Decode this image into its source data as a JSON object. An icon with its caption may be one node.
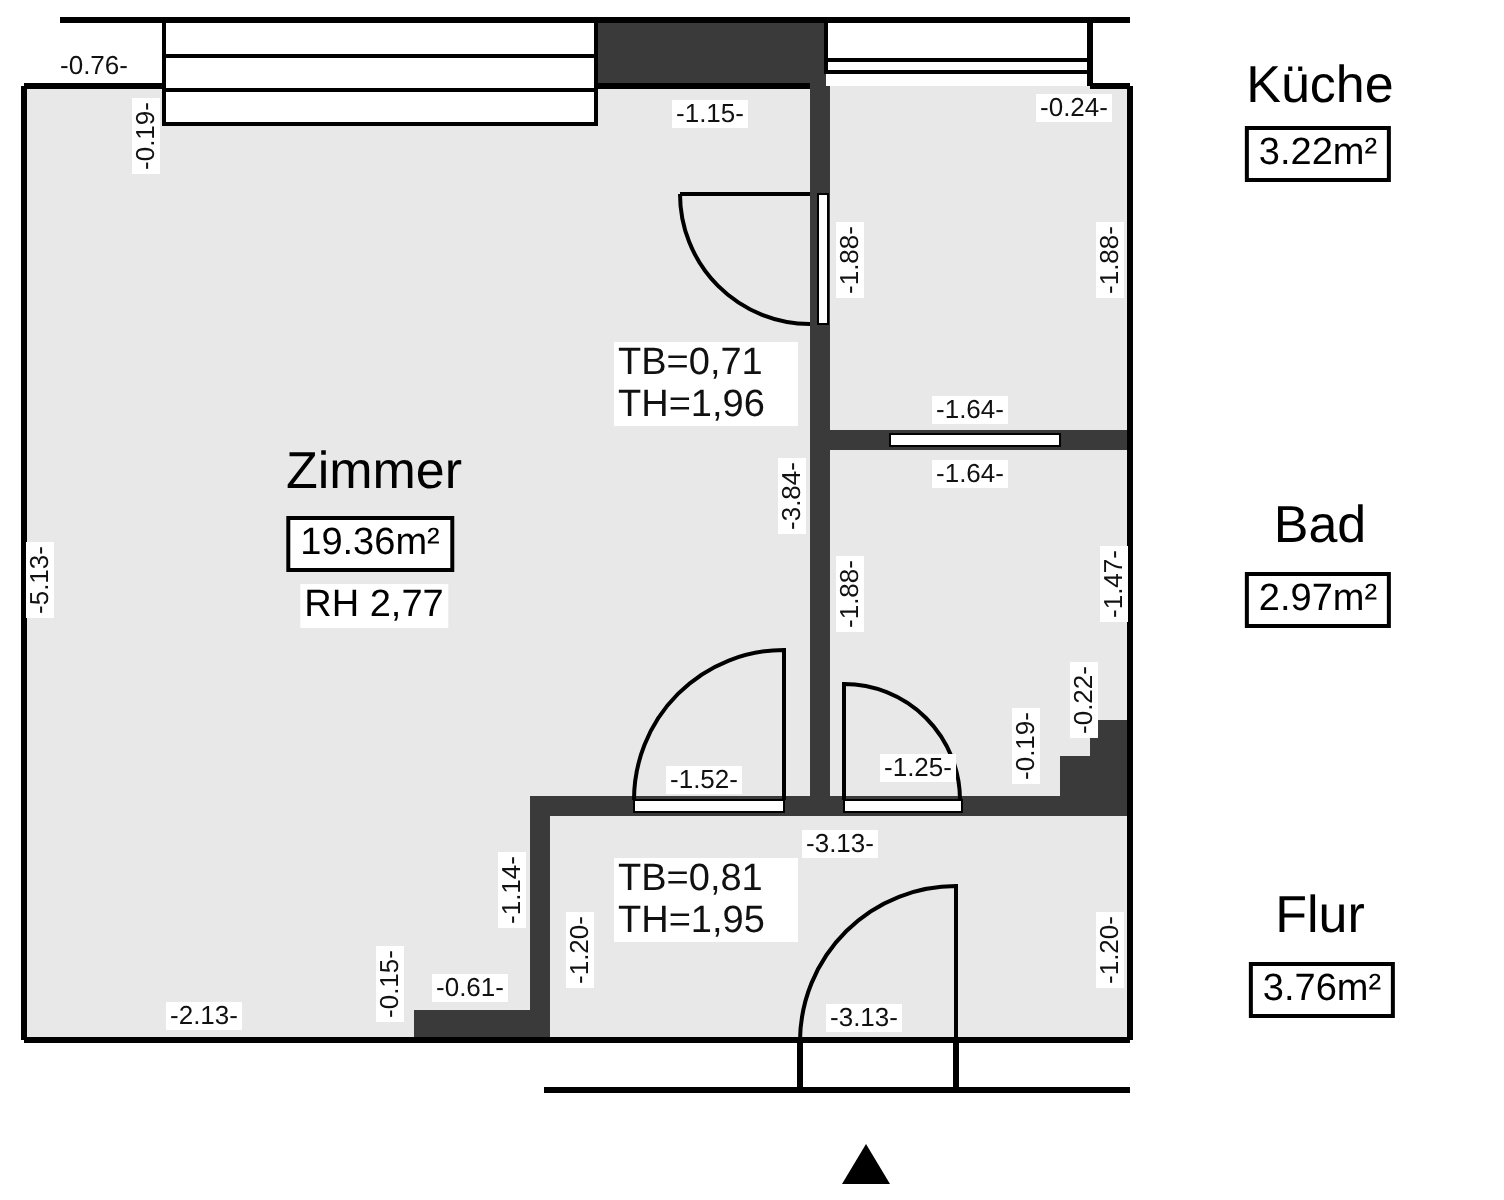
{
  "diagram": {
    "nodes": [
      {
        "text": [
          "19.36m²"
        ],
        "beside": [
          "Zimmer",
          "RH 2,77"
        ]
      },
      {
        "text": [
          "3.22m²"
        ],
        "beside": [
          "Küche"
        ]
      },
      {
        "text": [
          "2.97m²"
        ],
        "beside": [
          "Bad"
        ]
      },
      {
        "text": [
          "3.76m²"
        ],
        "beside": [
          "Flur"
        ]
      }
    ],
    "labels": [
      "-0.76-",
      "-0.19-",
      "-1.15-",
      "-0.24-",
      "-1.88-",
      "-1.88-",
      "TB=0,71 TH=1,96",
      "-1.64-",
      "-1.64-",
      "-3.84-",
      "-5.13-",
      "-1.88-",
      "-1.47-",
      "-0.22-",
      "-0.19-",
      "-1.52-",
      "-1.25-",
      "-3.13-",
      "-1.14-",
      "-1.20-",
      "TB=0,81 TH=1,95",
      "-1.20-",
      "-0.15-",
      "-0.61-",
      "-2.13-",
      "-3.13-"
    ]
  }
}
